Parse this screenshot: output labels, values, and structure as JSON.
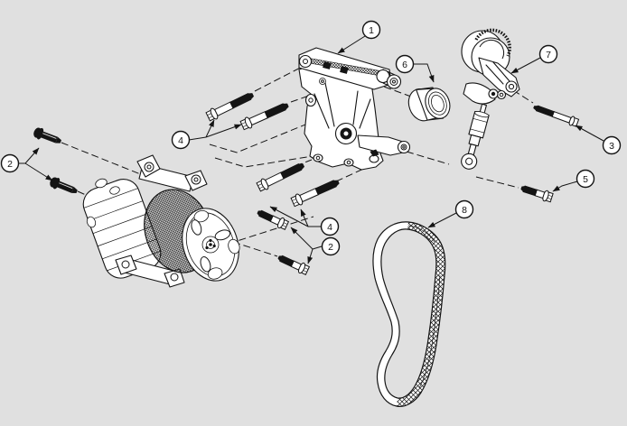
{
  "diagram": {
    "background_color": "#e0e0e0",
    "line_color": "#141414",
    "balloons": [
      {
        "label": "1"
      },
      {
        "label": "2"
      },
      {
        "label": "2"
      },
      {
        "label": "3"
      },
      {
        "label": "4"
      },
      {
        "label": "4"
      },
      {
        "label": "5"
      },
      {
        "label": "6"
      },
      {
        "label": "7"
      },
      {
        "label": "8"
      }
    ]
  }
}
